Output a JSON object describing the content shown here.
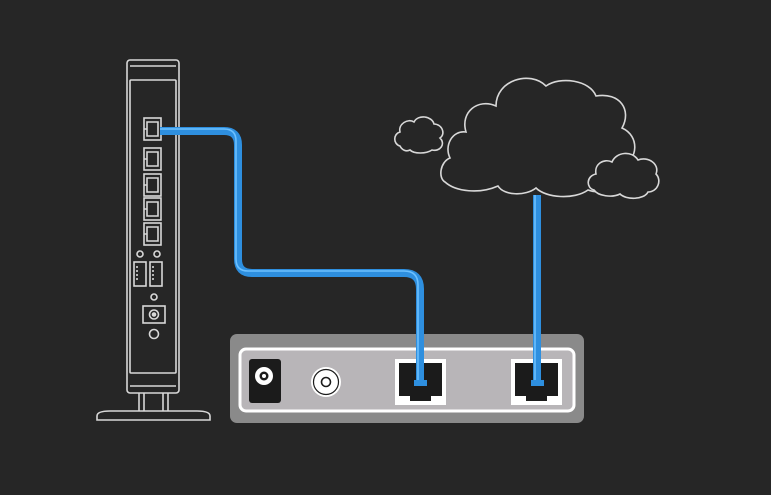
{
  "diagram": {
    "background": "#262626",
    "line_color": "#d8d8d8",
    "cable_color": "#2e8fdf",
    "cable_highlight": "#6cc0ff",
    "modem_body_color": "#8a8a8a",
    "modem_panel_color": "#b8b5b8",
    "router": {
      "ethernet_ports": 5,
      "usb_ports": 2,
      "uplink_port_index": 0
    },
    "modem": {
      "ports": [
        "power-jack",
        "coax-connector",
        "ethernet-port",
        "ethernet-port"
      ]
    },
    "cloud": {
      "icon": "internet-cloud-icon"
    }
  }
}
